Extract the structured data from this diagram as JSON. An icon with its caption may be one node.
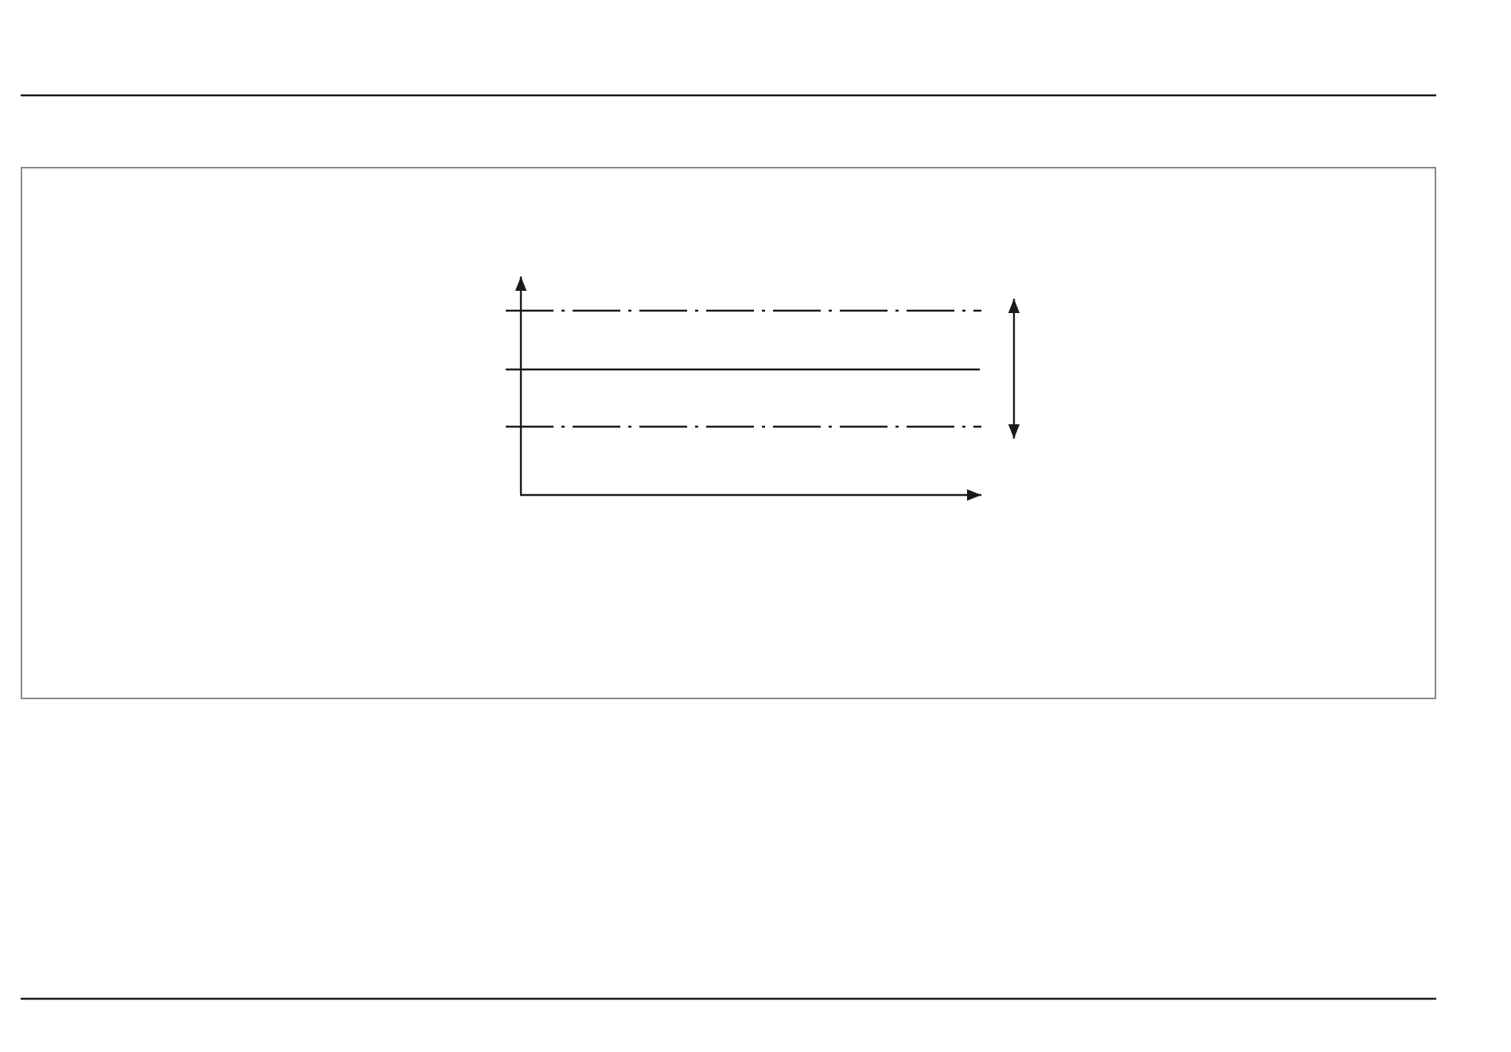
{
  "diagram": {
    "nodes": [
      {
        "text": [],
        "shape": "box"
      },
      {
        "text": [],
        "shape": "picture",
        "in": 0
      }
    ]
  }
}
